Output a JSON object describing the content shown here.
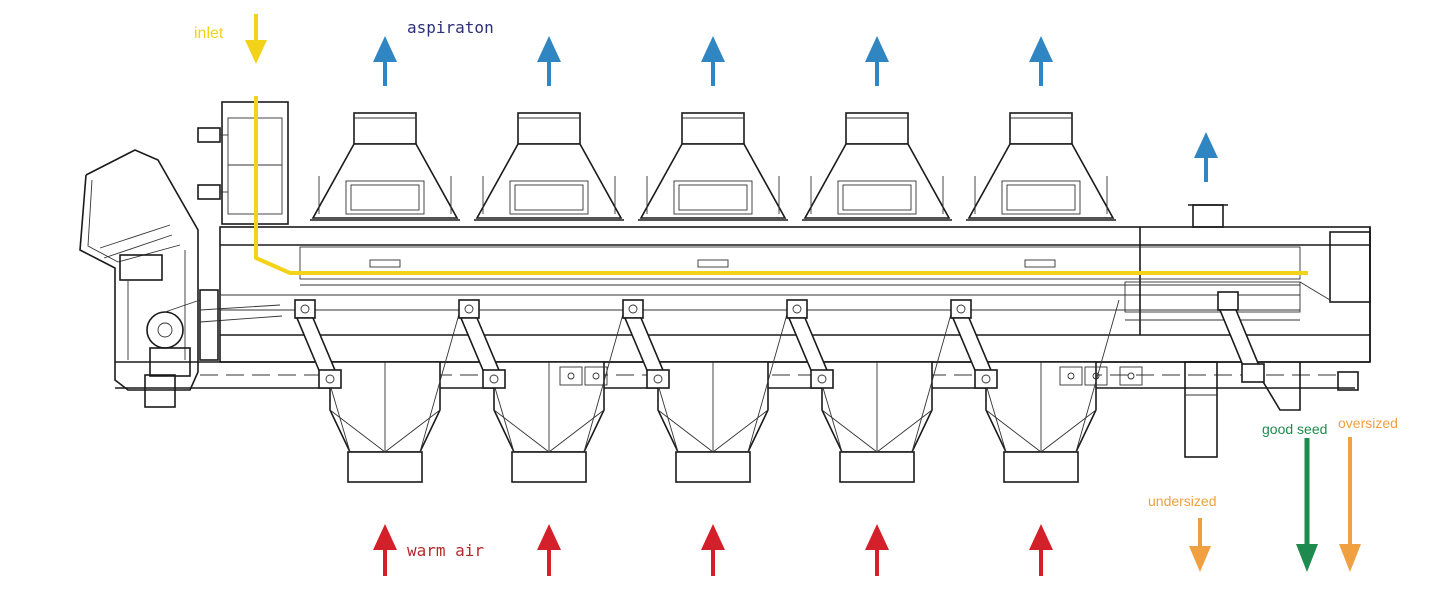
{
  "labels": {
    "inlet": "inlet",
    "aspiration": "aspiraton",
    "warm_air": "warm air",
    "undersized": "undersized",
    "good_seed": "good seed",
    "oversized": "oversized"
  },
  "colors": {
    "inlet": "#f3d21a",
    "aspiration_text": "#2b2f7a",
    "aspiration_arrow": "#2f86c2",
    "warm_air_text": "#b5292e",
    "warm_air_arrow": "#d4202a",
    "undersized": "#f0a040",
    "good_seed": "#1e8a4e",
    "oversized": "#f0a040",
    "drawing": "#1a1a1a"
  },
  "icons": {
    "inlet_arrow": "arrow-down-icon",
    "aspiration_arrow": "arrow-up-icon",
    "warm_air_arrow": "arrow-up-icon",
    "outlet_arrow": "arrow-down-icon"
  },
  "drawing": {
    "aspiration_hood_count": 5,
    "warm_air_inlet_count": 5
  }
}
